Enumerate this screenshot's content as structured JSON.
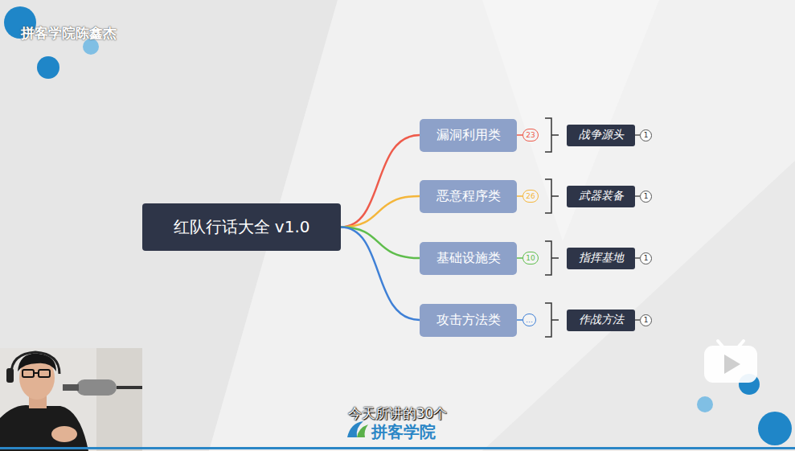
{
  "diagram": {
    "nodes": [
      {
        "text": [
          "红队行话大全 v1.0"
        ]
      },
      {
        "text": [
          "漏洞利用类"
        ]
      },
      {
        "text": [
          "23"
        ]
      },
      {
        "text": [
          "战争源头"
        ]
      },
      {
        "text": [
          "1"
        ]
      },
      {
        "text": [
          "恶意程序类"
        ]
      },
      {
        "text": [
          "26"
        ]
      },
      {
        "text": [
          "武器装备"
        ]
      },
      {
        "text": [
          "1"
        ]
      },
      {
        "text": [
          "基础设施类"
        ]
      },
      {
        "text": [
          "10"
        ]
      },
      {
        "text": [
          "指挥基地"
        ]
      },
      {
        "text": [
          "1"
        ]
      },
      {
        "text": [
          "攻击方法类"
        ]
      },
      {
        "text": [
          "…"
        ]
      },
      {
        "text": [
          "作战方法"
        ]
      },
      {
        "text": [
          "1"
        ]
      }
    ],
    "edges": [
      {
        "from": 0,
        "to": 1,
        "arrow": "none"
      },
      {
        "from": 1,
        "to": 2,
        "arrow": "none"
      },
      {
        "from": 3,
        "to": 4,
        "arrow": "none"
      },
      {
        "from": 0,
        "to": 5,
        "arrow": "none"
      },
      {
        "from": 5,
        "to": 6,
        "arrow": "none"
      },
      {
        "from": 7,
        "to": 8,
        "arrow": "none"
      },
      {
        "from": 0,
        "to": 9,
        "arrow": "none"
      },
      {
        "from": 9,
        "to": 10,
        "arrow": "none"
      },
      {
        "from": 11,
        "to": 12,
        "arrow": "none"
      },
      {
        "from": 0,
        "to": 13,
        "arrow": "none"
      },
      {
        "from": 13,
        "to": 14,
        "arrow": "none"
      },
      {
        "from": 15,
        "to": 16,
        "arrow": "none"
      }
    ],
    "labels": [
      "拼客学院陈鑫杰",
      "今天所讲的30个",
      "拼客学院"
    ]
  }
}
